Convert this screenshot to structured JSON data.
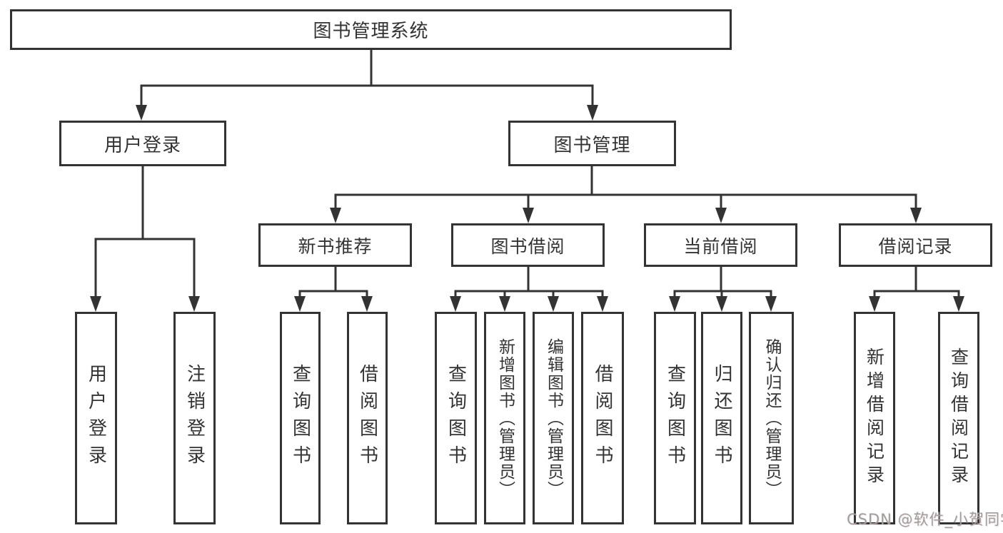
{
  "diagram": {
    "root": {
      "label": "图书管理系统"
    },
    "level2": [
      {
        "label": "用户登录"
      },
      {
        "label": "图书管理"
      }
    ],
    "level3": [
      {
        "label": "新书推荐"
      },
      {
        "label": "图书借阅"
      },
      {
        "label": "当前借阅"
      },
      {
        "label": "借阅记录"
      }
    ],
    "leaves": [
      {
        "label": "用户登录"
      },
      {
        "label": "注销登录"
      },
      {
        "label": "查询图书"
      },
      {
        "label": "借阅图书"
      },
      {
        "label": "查询图书"
      },
      {
        "label": "新增图书（管理员）"
      },
      {
        "label": "编辑图书（管理员）"
      },
      {
        "label": "借阅图书"
      },
      {
        "label": "查询图书"
      },
      {
        "label": "归还图书"
      },
      {
        "label": "确认归还（管理员）"
      },
      {
        "label": "新增借阅记录"
      },
      {
        "label": "查询借阅记录"
      }
    ]
  },
  "watermark": {
    "text": "CSDN @软件_小贺同学"
  },
  "colors": {
    "line": "#333333",
    "border": "#333333",
    "text": "#333333",
    "watermark_text": "#9e9e9e",
    "background": "#ffffff"
  }
}
